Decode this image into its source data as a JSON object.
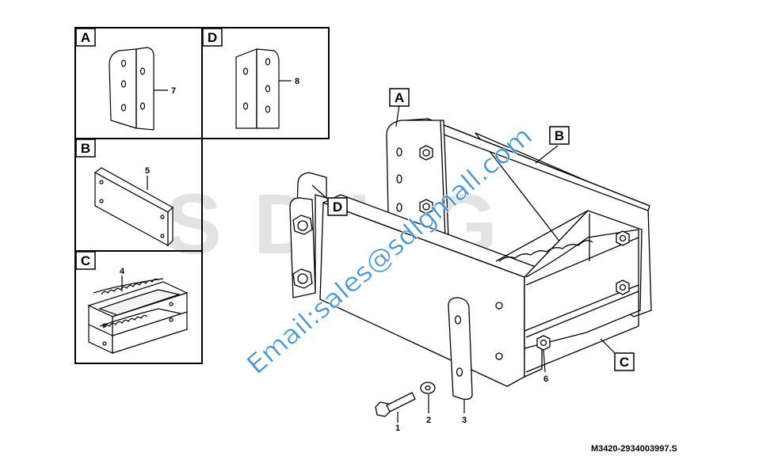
{
  "watermark": {
    "brand_text": "SDLG",
    "email_text": "Email:sales@sdlgmall.com"
  },
  "insets": {
    "A": {
      "letter": "A",
      "callout": "7"
    },
    "D": {
      "letter": "D",
      "callout": "8"
    },
    "B": {
      "letter": "B",
      "callout": "5"
    },
    "C": {
      "letter": "C",
      "callout": "4"
    }
  },
  "main_labels": {
    "A": "A",
    "B": "B",
    "C": "C",
    "D": "D"
  },
  "callouts": {
    "bolt": "1",
    "washer": "2",
    "plate": "3",
    "nut": "6"
  },
  "drawing_number": "M3420-2934003997.S",
  "colors": {
    "line": "#000000",
    "brand_watermark": "#d8d8d8",
    "email_watermark": "#2a88d8"
  }
}
